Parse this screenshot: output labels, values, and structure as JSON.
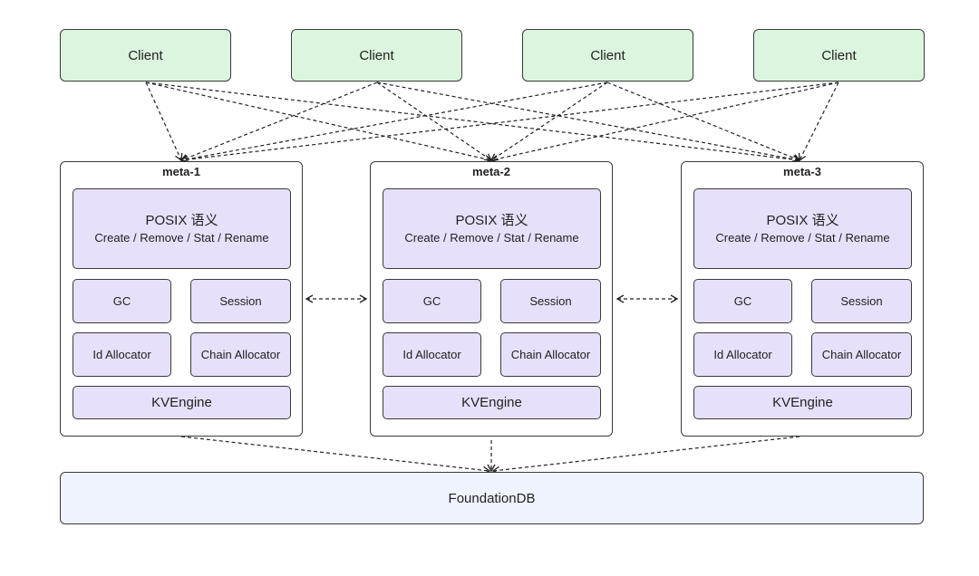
{
  "clients": [
    "Client",
    "Client",
    "Client",
    "Client"
  ],
  "metas": [
    {
      "title": "meta-1",
      "posix_title": "POSIX 语义",
      "posix_ops": "Create / Remove / Stat / Rename",
      "gc": "GC",
      "session": "Session",
      "id_allocator": "Id Allocator",
      "chain_allocator": "Chain Allocator",
      "kvengine": "KVEngine"
    },
    {
      "title": "meta-2",
      "posix_title": "POSIX 语义",
      "posix_ops": "Create / Remove / Stat / Rename",
      "gc": "GC",
      "session": "Session",
      "id_allocator": "Id Allocator",
      "chain_allocator": "Chain Allocator",
      "kvengine": "KVEngine"
    },
    {
      "title": "meta-3",
      "posix_title": "POSIX 语义",
      "posix_ops": "Create / Remove / Stat / Rename",
      "gc": "GC",
      "session": "Session",
      "id_allocator": "Id Allocator",
      "chain_allocator": "Chain Allocator",
      "kvengine": "KVEngine"
    }
  ],
  "database": "FoundationDB",
  "colors": {
    "client_fill": "#dcf5df",
    "component_fill": "#e7e0fb",
    "database_fill": "#eef3fd",
    "stroke": "#3a3a3a"
  }
}
